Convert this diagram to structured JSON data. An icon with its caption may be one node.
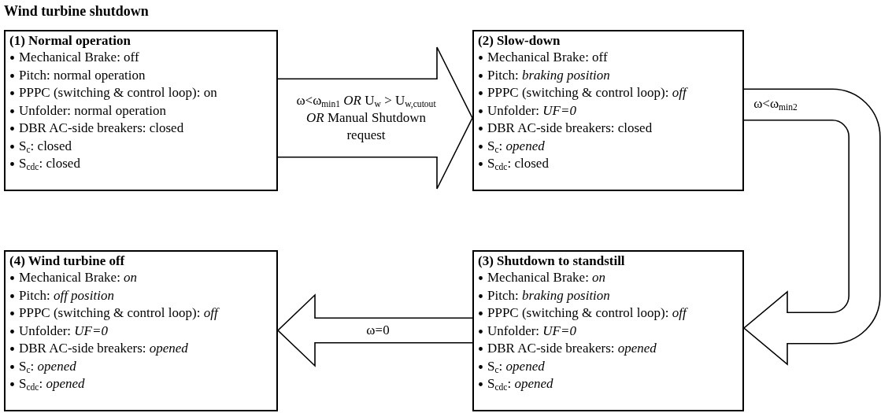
{
  "diagram": {
    "title": "Wind turbine shutdown",
    "nodes": [
      {
        "text": [
          "(1) Normal operation",
          "Mechanical Brake: off",
          "Pitch: normal operation",
          "PPPC (switching & control loop): on",
          "Unfolder: normal operation",
          "DBR AC-side breakers: closed",
          "S$_{c}$: closed",
          "S$_{cdc}$: closed"
        ]
      },
      {
        "text": [
          "(2) Slow-down",
          "Mechanical Brake: off",
          "Pitch: *braking position*",
          "PPPC (switching & control loop): *off*",
          "Unfolder: *UF=0*",
          "DBR AC-side breakers: closed",
          "S$_{c}$: *opened*",
          "S$_{cdc}$: closed"
        ]
      },
      {
        "text": [
          "(3) Shutdown to standstill",
          "Mechanical Brake: *on*",
          "Pitch: *braking position*",
          "PPPC (switching & control loop): *off*",
          "Unfolder: *UF=0*",
          "DBR AC-side breakers: *opened*",
          "S$_{c}$: *opened*",
          "S$_{cdc}$: *opened*"
        ]
      },
      {
        "text": [
          "(4) Wind turbine off",
          "Mechanical Brake: *on*",
          "Pitch: *off position*",
          "PPPC (switching & control loop): *off*",
          "Unfolder: *UF=0*",
          "DBR AC-side breakers: *opened*",
          "S$_{c}$: *opened*",
          "S$_{cdc}$: *opened*"
        ]
      }
    ],
    "edges": [
      {
        "from": 0,
        "to": 1,
        "arrow": "to",
        "label": "ω<ω$_{min1}$ *OR* U$_{w}$ > U$_{w,cutout}$ *OR* Manual Shutdown request"
      },
      {
        "from": 1,
        "to": 2,
        "arrow": "to",
        "label": "ω<ω$_{min2}$"
      },
      {
        "from": 2,
        "to": 3,
        "arrow": "to",
        "label": "ω=0"
      }
    ]
  }
}
